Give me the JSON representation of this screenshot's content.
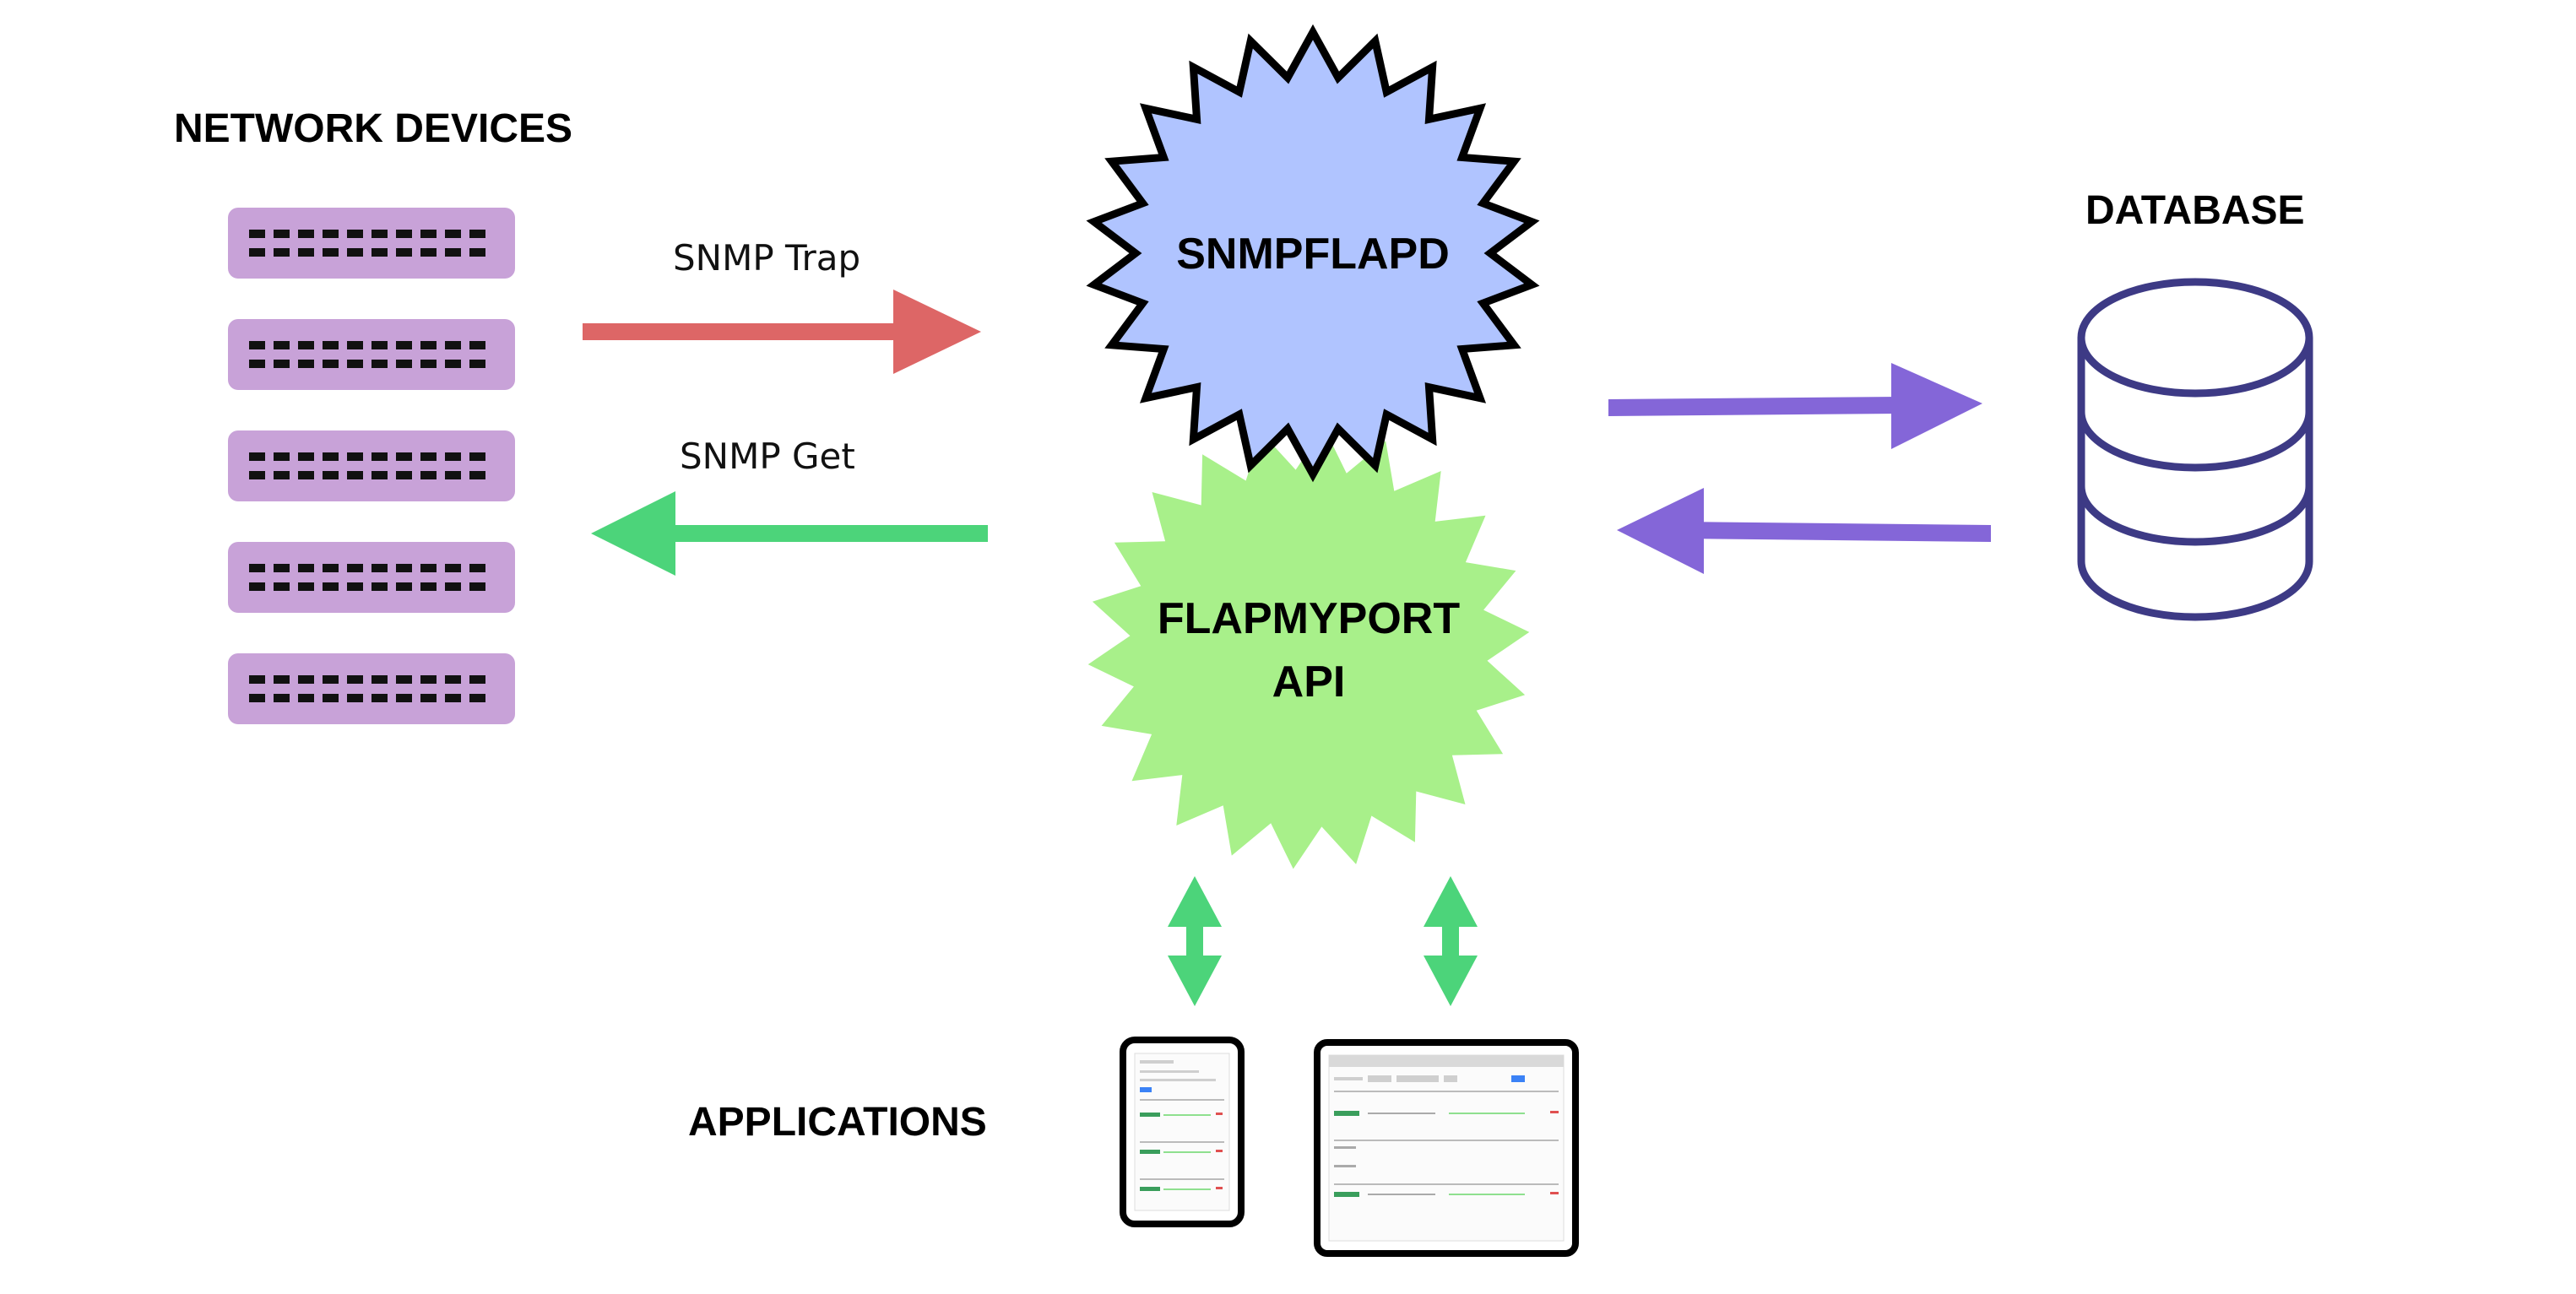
{
  "sections": {
    "network_devices": "NETWORK DEVICES",
    "database": "DATABASE",
    "applications": "APPLICATIONS"
  },
  "nodes": {
    "snmpflapd": "SNMPFLAPD",
    "flapmyport_line1": "FLAPMYPORT",
    "flapmyport_line2": "API"
  },
  "arrows": {
    "snmp_trap": "SNMP Trap",
    "snmp_get": "SNMP Get"
  },
  "devices": {
    "count": 5
  },
  "colors": {
    "device": "#c8a2d8",
    "device_port": "#111111",
    "snmpflapd": "#b0c4ff",
    "flapmyport": "#a8f08a",
    "trap_arrow": "#dd6666",
    "get_arrow": "#4cd47a",
    "db_arrow": "#8466d8",
    "database_stroke": "#3d3a85"
  }
}
